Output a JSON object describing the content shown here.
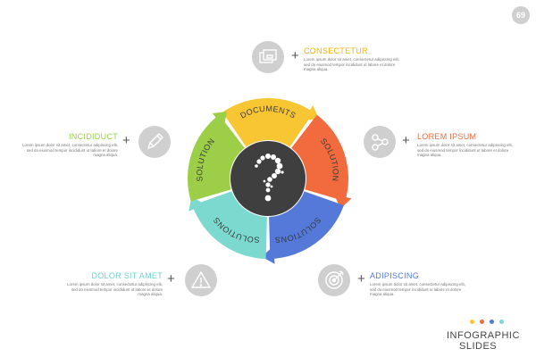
{
  "page_number": "69",
  "center_glyph": "?",
  "segments": [
    {
      "label": "DOCUMENTS",
      "color": "#f8c632"
    },
    {
      "label": "SOLUTION",
      "color": "#f26b3e"
    },
    {
      "label": "SOLUTIONS",
      "color": "#5479d8"
    },
    {
      "label": "SOLUTIONS",
      "color": "#7cd9cf"
    },
    {
      "label": "SOLUTION",
      "color": "#9ccf47"
    }
  ],
  "callouts": [
    {
      "title": "CONSECTETUR",
      "title_color": "#f5b30a",
      "body": "Lorem ipsum dolor sit amet, consectetur adipiscing elit, sed do eiusmod tempor incididunt ut labore et dolore magna aliqua.",
      "icon": "folder-icon"
    },
    {
      "title": "LOREM IPSUM",
      "title_color": "#ee6a3a",
      "body": "Lorem ipsum dolor sit amet, consectetur adipiscing elit, sed do eiusmod tempor incididunt ut labore et dolore magna aliqua.",
      "icon": "network-icon"
    },
    {
      "title": "ADIPISCING",
      "title_color": "#5479d8",
      "body": "Lorem ipsum dolor sit amet, consectetur adipiscing elit, sed do eiusmod tempor incididunt ut labore et dolore magna aliqua.",
      "icon": "target-icon"
    },
    {
      "title": "DOLOR SIT AMET",
      "title_color": "#6fd3c8",
      "body": "Lorem ipsum dolor sit amet, consectetur adipiscing elit, sed do eiusmod tempor incididunt ut labore et dolore magna aliqua.",
      "icon": "warning-icon"
    },
    {
      "title": "INCIDIDUCT",
      "title_color": "#9ccf47",
      "body": "Lorem ipsum dolor sit amet, consectetur adipiscing elit, sed do eiusmod tempor incididunt ut labore et dolore magna aliqua.",
      "icon": "pencil-icon"
    }
  ],
  "plus_sign": "+",
  "logo": {
    "line1": "INFOGRAPHIC",
    "line2": "SLIDES",
    "dot_colors": [
      "#f8c632",
      "#f26b3e",
      "#5479d8",
      "#7cd9cf"
    ]
  }
}
